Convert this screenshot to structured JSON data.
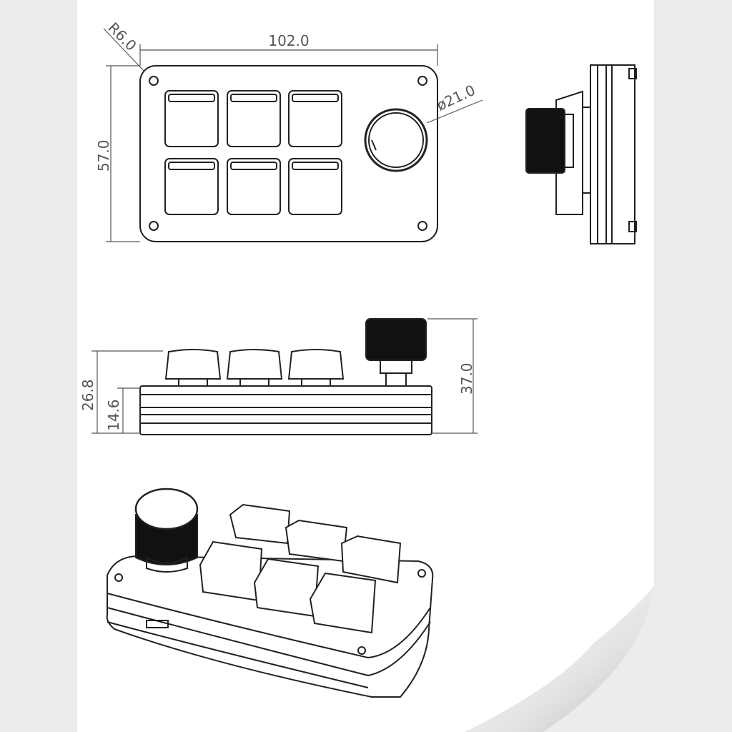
{
  "dimensions": {
    "corner_radius": "R6.0",
    "width": "102.0",
    "knob_diameter": "ø21.0",
    "height": "57.0",
    "keycap_height": "26.8",
    "base_height": "14.6",
    "knob_height": "37.0"
  },
  "colors": {
    "line": "#222222",
    "dimension": "#555555",
    "paper": "#ffffff",
    "background": "#ececec"
  }
}
